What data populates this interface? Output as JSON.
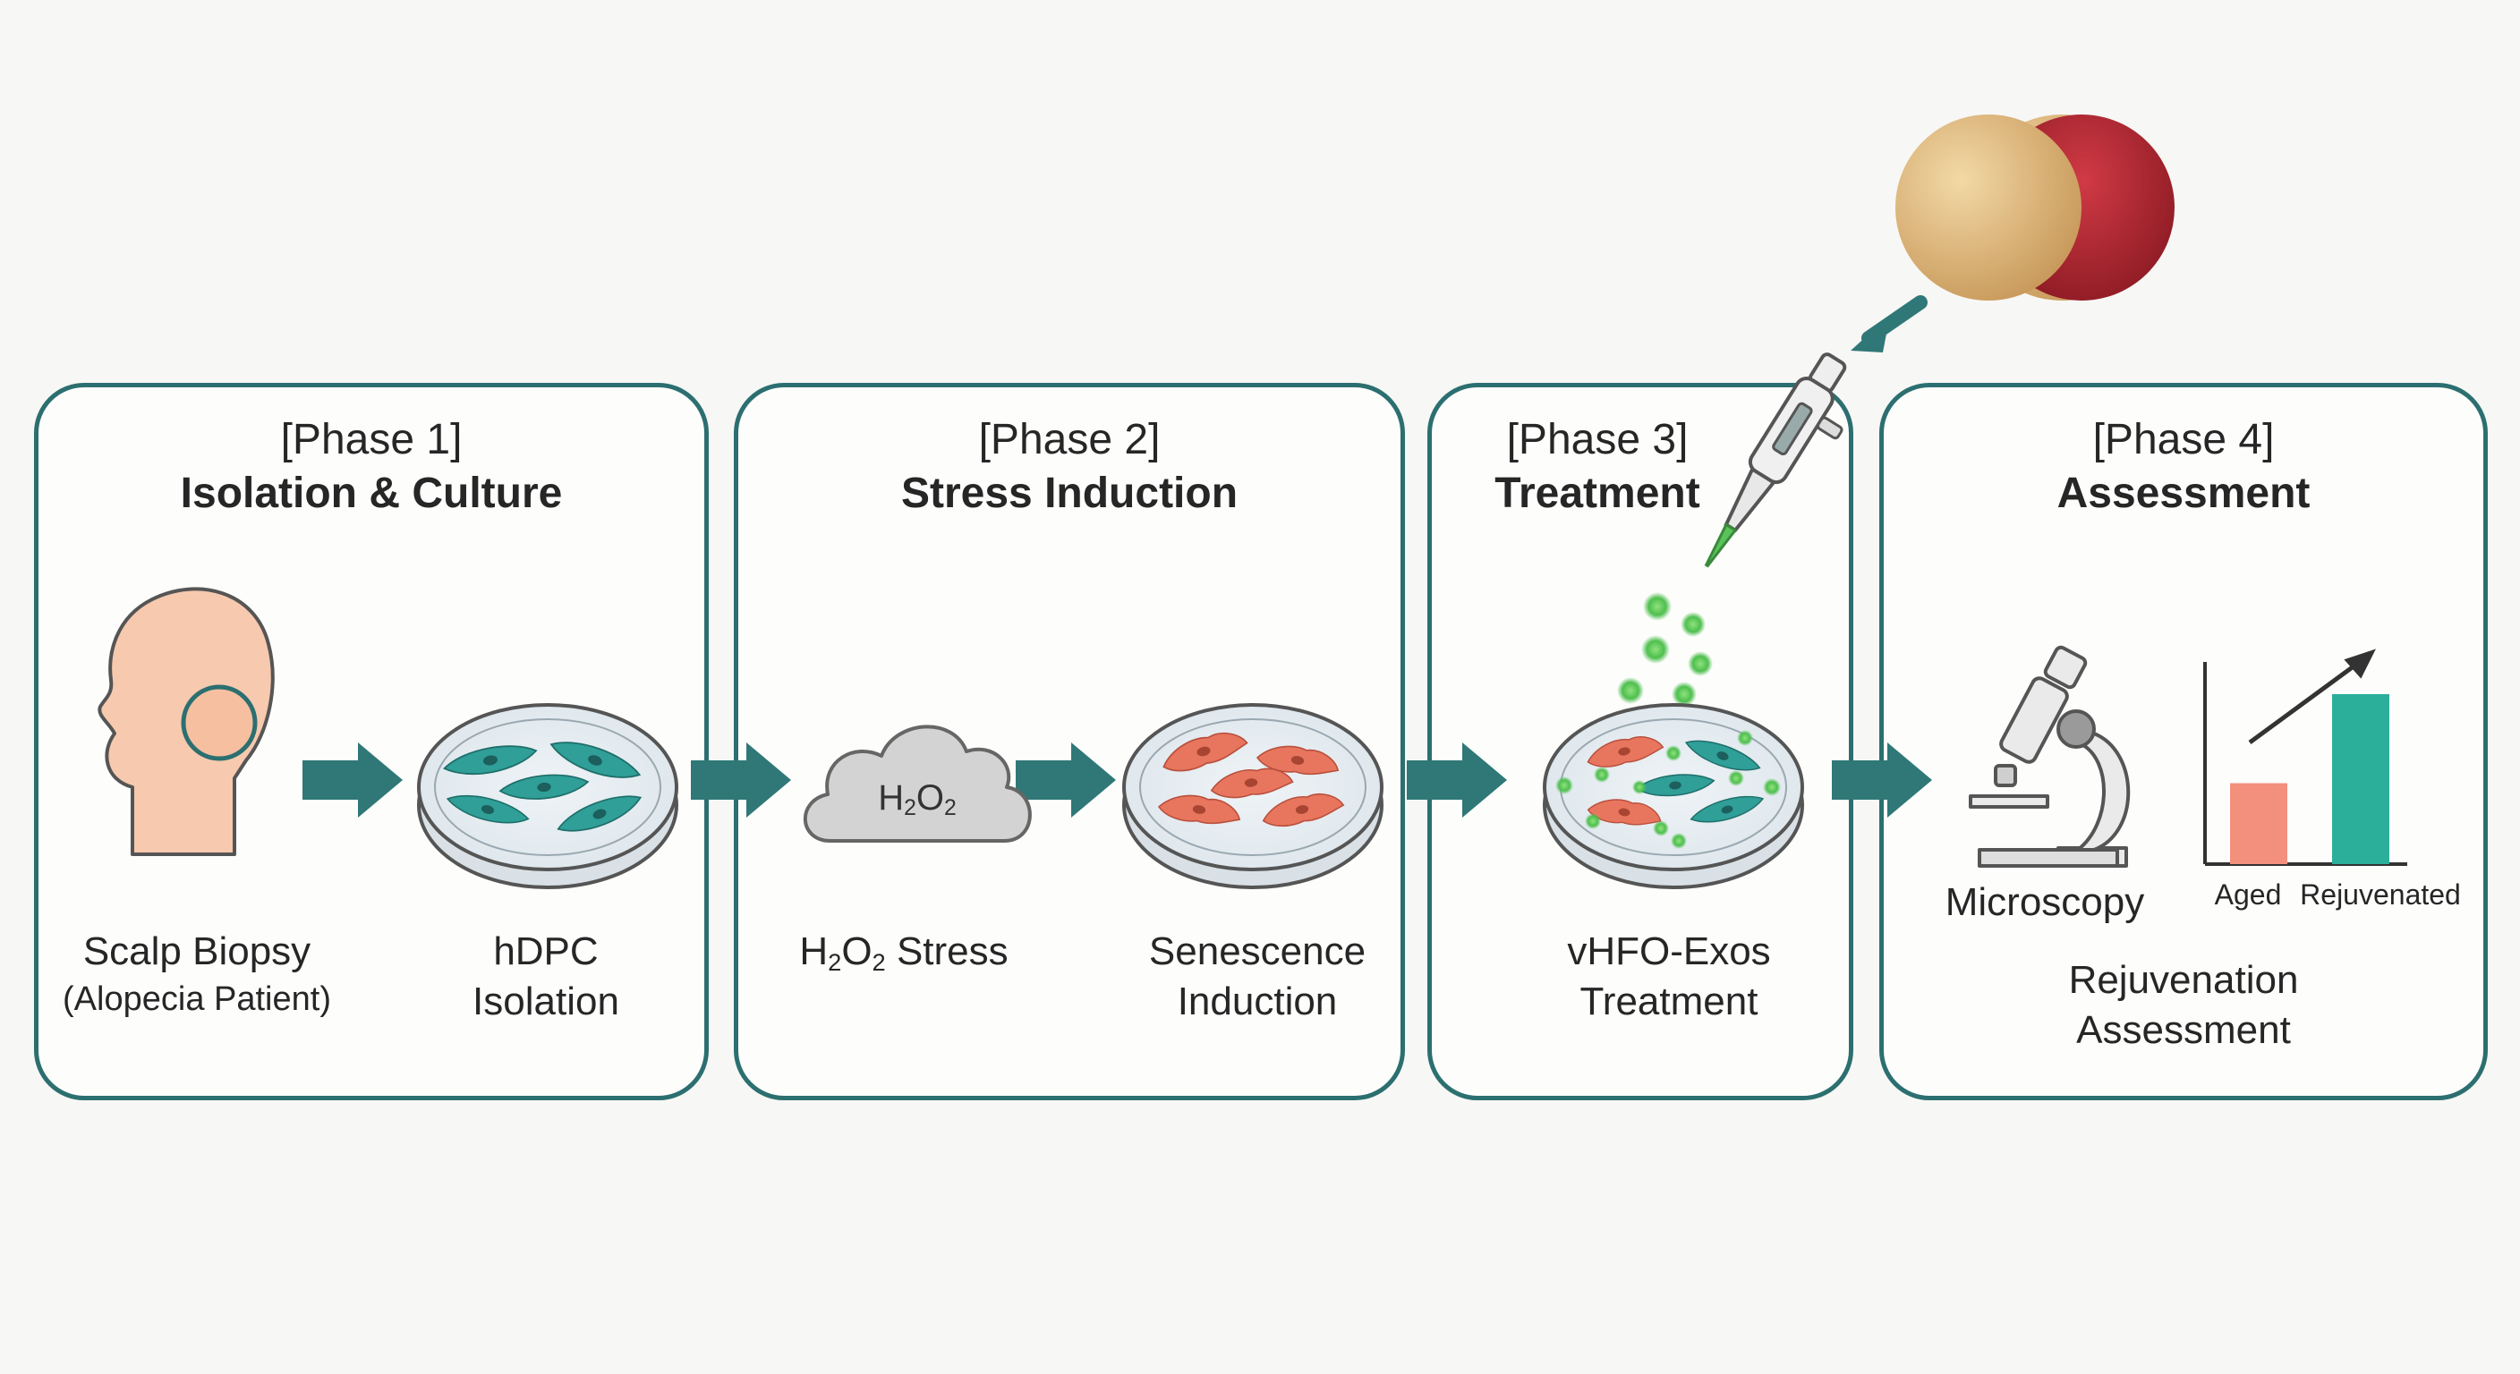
{
  "phases": [
    {
      "number": "[Phase 1]",
      "name": "Isolation & Culture"
    },
    {
      "number": "[Phase 2]",
      "name": "Stress Induction"
    },
    {
      "number": "[Phase 3]",
      "name": "Treatment"
    },
    {
      "number": "[Phase 4]",
      "name": "Assessment"
    }
  ],
  "steps": {
    "scalp_biopsy": {
      "line1": "Scalp Biopsy",
      "line2": "(Alopecia Patient)"
    },
    "hdpc_isolation": {
      "line1": "hDPC",
      "line2": "Isolation"
    },
    "h2o2_stress": {
      "prefix": "H",
      "sub1": "2",
      "mid": "O",
      "sub2": "2",
      "suffix": " Stress"
    },
    "cloud_label": {
      "prefix": "H",
      "sub1": "2",
      "mid": "O",
      "sub2": "2"
    },
    "senescence": {
      "line1": "Senescence",
      "line2": "Induction"
    },
    "treatment": {
      "line1": "vHFO-Exos",
      "line2": "Treatment"
    },
    "microscopy": {
      "label": "Microscopy"
    },
    "rejuvenation": {
      "line1": "Rejuvenation",
      "line2": "Assessment"
    }
  },
  "bar_chart": {
    "categories": [
      "Aged",
      "Rejuvenated"
    ],
    "values": [
      1,
      2.1
    ],
    "colors": [
      "#f2907d",
      "#2bae9a"
    ]
  },
  "colors": {
    "border": "#2c6f70",
    "arrow": "#2f7877",
    "cell_teal": "#2f9f98",
    "cell_red": "#e8765e",
    "exosome": "#6fd16a",
    "sphere_tan": "#e4bf82",
    "sphere_red": "#b42a34"
  }
}
